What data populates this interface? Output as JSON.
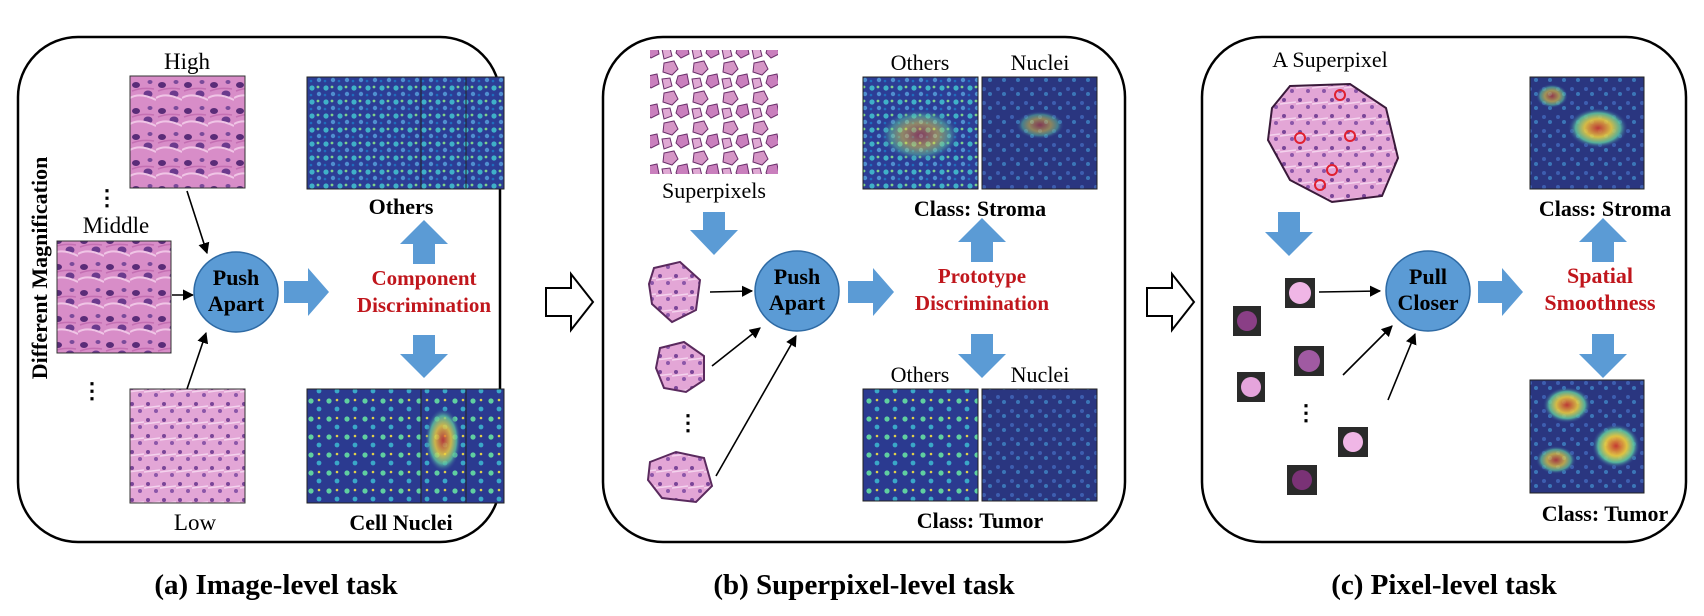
{
  "colors": {
    "arrow_blue": "#5b9bd5",
    "node_blue": "#5b9bd5",
    "red_text": "#c0161c",
    "tissue_pink": "#d88dc8",
    "heat_dark": "#2c3d95"
  },
  "panel_a": {
    "side_label": "Different Magnification",
    "high_label": "High",
    "middle_label": "Middle",
    "low_label": "Low",
    "dots_1": "⋮",
    "dots_2": "⋮",
    "node_line1": "Push",
    "node_line2": "Apart",
    "method_line1": "Component",
    "method_line2": "Discrimination",
    "top_label": "Others",
    "bottom_label": "Cell Nuclei",
    "caption": "(a) Image-level task"
  },
  "panel_b": {
    "superpixels_label": "Superpixels",
    "dots": "⋮",
    "node_line1": "Push",
    "node_line2": "Apart",
    "method_line1": "Prototype",
    "method_line2": "Discrimination",
    "top_left_label": "Others",
    "top_right_label": "Nuclei",
    "top_class": "Class: Stroma",
    "bottom_left_label": "Others",
    "bottom_right_label": "Nuclei",
    "bottom_class": "Class: Tumor",
    "caption": "(b) Superpixel-level task"
  },
  "panel_c": {
    "superpixel_label": "A Superpixel",
    "dots": "⋮",
    "node_line1": "Pull",
    "node_line2": "Closer",
    "method_line1": "Spatial",
    "method_line2": "Smoothness",
    "top_class": "Class: Stroma",
    "bottom_class": "Class: Tumor",
    "caption": "(c) Pixel-level task"
  },
  "icons": {
    "transition_arrow_1": "hollow-right-arrow-icon",
    "transition_arrow_2": "hollow-right-arrow-icon"
  }
}
